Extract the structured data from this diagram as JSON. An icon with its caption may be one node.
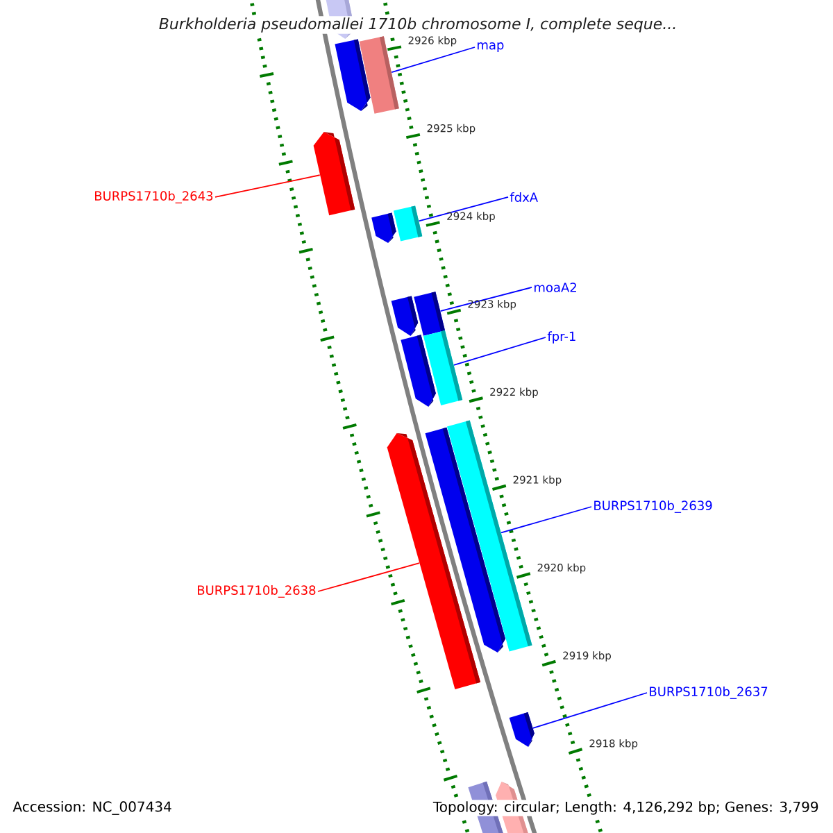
{
  "diagram": {
    "title": "Burkholderia pseudomallei 1710b chromosome I, complete seque...",
    "nodes": [
      {
        "text": [
          "map"
        ]
      },
      {
        "text": [],
        "shape": "bar"
      },
      {
        "text": [
          "BURPS1710b_2643"
        ]
      },
      {
        "text": [],
        "shape": "arrow"
      },
      {
        "text": [
          "fdxA"
        ]
      },
      {
        "text": [],
        "shape": "bar"
      },
      {
        "text": [
          "moaA2"
        ]
      },
      {
        "text": [],
        "shape": "bar"
      },
      {
        "text": [
          "fpr-1"
        ]
      },
      {
        "text": [],
        "shape": "bar"
      },
      {
        "text": [
          "BURPS1710b_2639"
        ]
      },
      {
        "text": [],
        "shape": "bar"
      },
      {
        "text": [
          "BURPS1710b_2638"
        ]
      },
      {
        "text": [],
        "shape": "arrow"
      },
      {
        "text": [
          "BURPS1710b_2637"
        ]
      },
      {
        "text": [],
        "shape": "arrow"
      },
      {
        "text": [],
        "shape": "arrow"
      },
      {
        "text": [],
        "shape": "arrow"
      },
      {
        "text": [],
        "shape": "arrow"
      },
      {
        "text": [],
        "shape": "arrow"
      },
      {
        "text": [],
        "shape": "arrow"
      },
      {
        "text": [],
        "shape": "arrow"
      },
      {
        "text": [],
        "shape": "bar"
      },
      {
        "text": [],
        "shape": "arrow"
      }
    ],
    "edges": [
      {
        "from": 0,
        "to": 1,
        "arrow": "none"
      },
      {
        "from": 2,
        "to": 3,
        "arrow": "none",
        "color": "#ff0000"
      },
      {
        "from": 4,
        "to": 5,
        "arrow": "none"
      },
      {
        "from": 6,
        "to": 7,
        "arrow": "none"
      },
      {
        "from": 8,
        "to": 9,
        "arrow": "none"
      },
      {
        "from": 10,
        "to": 11,
        "arrow": "none"
      },
      {
        "from": 12,
        "to": 13,
        "arrow": "none",
        "color": "#ff0000"
      },
      {
        "from": 14,
        "to": 15,
        "arrow": "none"
      }
    ],
    "labels": [
      "2926 kbp",
      "2925 kbp",
      "2924 kbp",
      "2923 kbp",
      "2922 kbp",
      "2921 kbp",
      "2920 kbp",
      "2919 kbp",
      "2918 kbp",
      "Accession: NC_007434",
      "Topology: circular; Length: 4,126,292 bp; Genes: 3,799"
    ]
  }
}
